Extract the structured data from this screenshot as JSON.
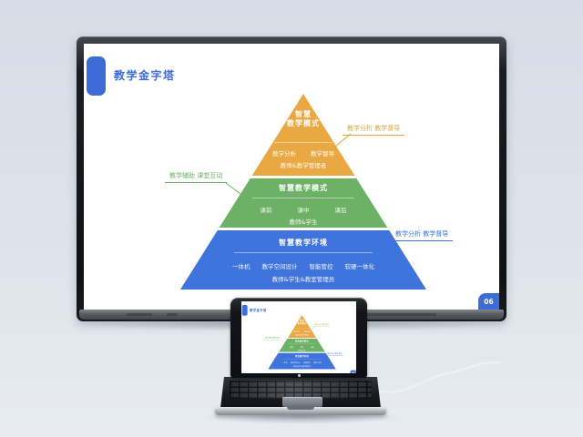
{
  "slide": {
    "title": "教学金字塔",
    "page_number": "06"
  },
  "pyramid": {
    "top": {
      "title_line1": "智慧",
      "title_line2": "教学模式",
      "items": [
        "教学分析",
        "教学督导"
      ],
      "roles": "教师&教学管理者"
    },
    "middle": {
      "title": "智慧教学模式",
      "items": [
        "课前",
        "课中",
        "课后"
      ],
      "roles": "教师&学生"
    },
    "bottom": {
      "title": "智慧教学环境",
      "items": [
        "一体机",
        "教学空间设计",
        "智能管控",
        "软硬一体化"
      ],
      "roles": "教师&学生&教室管理员"
    }
  },
  "callouts": {
    "top_right": "教学分析 教学督导",
    "middle_left": "教学辅助 课堂互动",
    "bottom_right": "教学分析 教学督导"
  },
  "colors": {
    "accent_blue": "#3D6CD7",
    "tier_orange": "#E9A841",
    "tier_green": "#6DB166",
    "tier_blue": "#3E74DC"
  }
}
